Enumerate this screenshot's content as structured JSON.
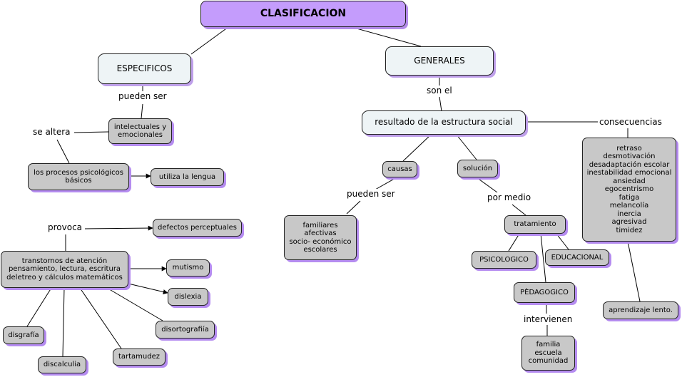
{
  "title": "CLASIFICACION",
  "concepts": {
    "especificos": "ESPECIFICOS",
    "generales": "GENERALES",
    "resultado": "resultado de la estructura social"
  },
  "labels": {
    "pueden_ser_1": "pueden ser",
    "se_altera": "se altera",
    "provoca": "provoca",
    "son_el": "son el",
    "pueden_ser_2": "pueden ser",
    "por_medio": "por medio",
    "consecuencias": "consecuencias",
    "intervienen": "intervienen"
  },
  "nodes": {
    "intelectuales": "intelectuales y\nemocionales",
    "procesos": "los procesos psicológicos\nbásicos",
    "lengua": "utiliza la lengua",
    "defectos": "defectos perceptuales",
    "trastornos": "transtornos de atención\npensamiento, lectura, escritura\ndeletreo y cálculos matemáticos",
    "mutismo": "mutismo",
    "dislexia": "dislexia",
    "disortografia": "disortografiía",
    "disgrafia": "disgrafía",
    "discalculia": "discalculia",
    "tartamudez": "tartamudez",
    "causas": "causas",
    "solucion": "solución",
    "familiares": "familiares\nafectivas\nsocio- económico\nescolares",
    "tratamiento": "tratamiento",
    "psicologico": "PSICOLOGICO",
    "educacional": "EDUCACIONAL",
    "pedagogico": "PÈDAGOGICO",
    "familia": "familia\nescuela\ncomunidad",
    "consecuencias_lista": "retraso\ndesmotivación\ndesadaptación escolar\ninestabilidad emocional\nansiedad\negocentrismo\nfatiga\nmelancolía\ninercia\nagresivad\ntimidez",
    "aprendizaje": "aprendizaje lento."
  },
  "colors": {
    "title_fill": "#c49cfc",
    "concept_fill": "#eef4f6",
    "leaf_fill": "#c8c8c8",
    "shadow": "#b58cf0"
  }
}
